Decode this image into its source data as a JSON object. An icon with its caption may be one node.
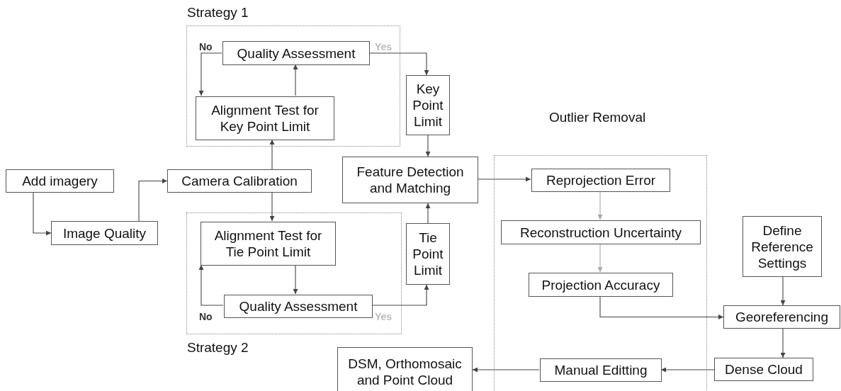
{
  "diagram": {
    "nodes": [
      {
        "text": [
          "Strategy 1"
        ]
      },
      {
        "text": [
          "Quality Assessment"
        ],
        "in": 0
      },
      {
        "text": [
          "Alignment Test for Key Point Limit"
        ],
        "in": 0
      },
      {
        "text": [
          "Key Point Limit"
        ]
      },
      {
        "text": [
          "Add imagery"
        ]
      },
      {
        "text": [
          "Camera Calibration"
        ]
      },
      {
        "text": [
          "Feature Detection and Matching"
        ]
      },
      {
        "text": [
          "Outlier Removal"
        ]
      },
      {
        "text": [
          "Reprojection Error"
        ],
        "in": 7
      },
      {
        "text": [
          "Reconstruction Uncertainty"
        ],
        "in": 7
      },
      {
        "text": [
          "Projection Accuracy"
        ],
        "in": 7
      },
      {
        "text": [
          "Image Quality"
        ]
      },
      {
        "text": [
          "Strategy 2"
        ]
      },
      {
        "text": [
          "Alignment Test for Tie Point Limit"
        ],
        "in": 12
      },
      {
        "text": [
          "Quality Assessment"
        ],
        "in": 12
      },
      {
        "text": [
          "Tie Point Limit"
        ]
      },
      {
        "text": [
          "Define Reference Settings"
        ]
      },
      {
        "text": [
          "Georeferencing"
        ]
      },
      {
        "text": [
          "DSM, Orthomosaic and Point Cloud"
        ]
      },
      {
        "text": [
          "Manual Editting"
        ],
        "in": 7
      },
      {
        "text": [
          "Dense Cloud"
        ]
      }
    ],
    "edges": [
      {
        "from": 4,
        "to": 11,
        "arrow": "to"
      },
      {
        "from": 11,
        "to": 5,
        "arrow": "to"
      },
      {
        "from": 5,
        "to": 2,
        "arrow": "to"
      },
      {
        "from": 5,
        "to": 13,
        "arrow": "to"
      },
      {
        "from": 2,
        "to": 1,
        "arrow": "to"
      },
      {
        "from": 1,
        "to": 2,
        "arrow": "to",
        "label": "No"
      },
      {
        "from": 1,
        "to": 3,
        "arrow": "to",
        "label": "Yes"
      },
      {
        "from": 3,
        "to": 6,
        "arrow": "to"
      },
      {
        "from": 13,
        "to": 14,
        "arrow": "to"
      },
      {
        "from": 14,
        "to": 13,
        "arrow": "to",
        "label": "No"
      },
      {
        "from": 14,
        "to": 15,
        "arrow": "to",
        "label": "Yes"
      },
      {
        "from": 15,
        "to": 6,
        "arrow": "to"
      },
      {
        "from": 6,
        "to": 8,
        "arrow": "to"
      },
      {
        "from": 8,
        "to": 9,
        "arrow": "to",
        "color": "#a8a8a8"
      },
      {
        "from": 9,
        "to": 10,
        "arrow": "to",
        "color": "#a8a8a8"
      },
      {
        "from": 10,
        "to": 17,
        "arrow": "to"
      },
      {
        "from": 16,
        "to": 17,
        "arrow": "to"
      },
      {
        "from": 17,
        "to": 20,
        "arrow": "to"
      },
      {
        "from": 20,
        "to": 19,
        "arrow": "to"
      },
      {
        "from": 19,
        "to": 18,
        "arrow": "to"
      }
    ]
  }
}
